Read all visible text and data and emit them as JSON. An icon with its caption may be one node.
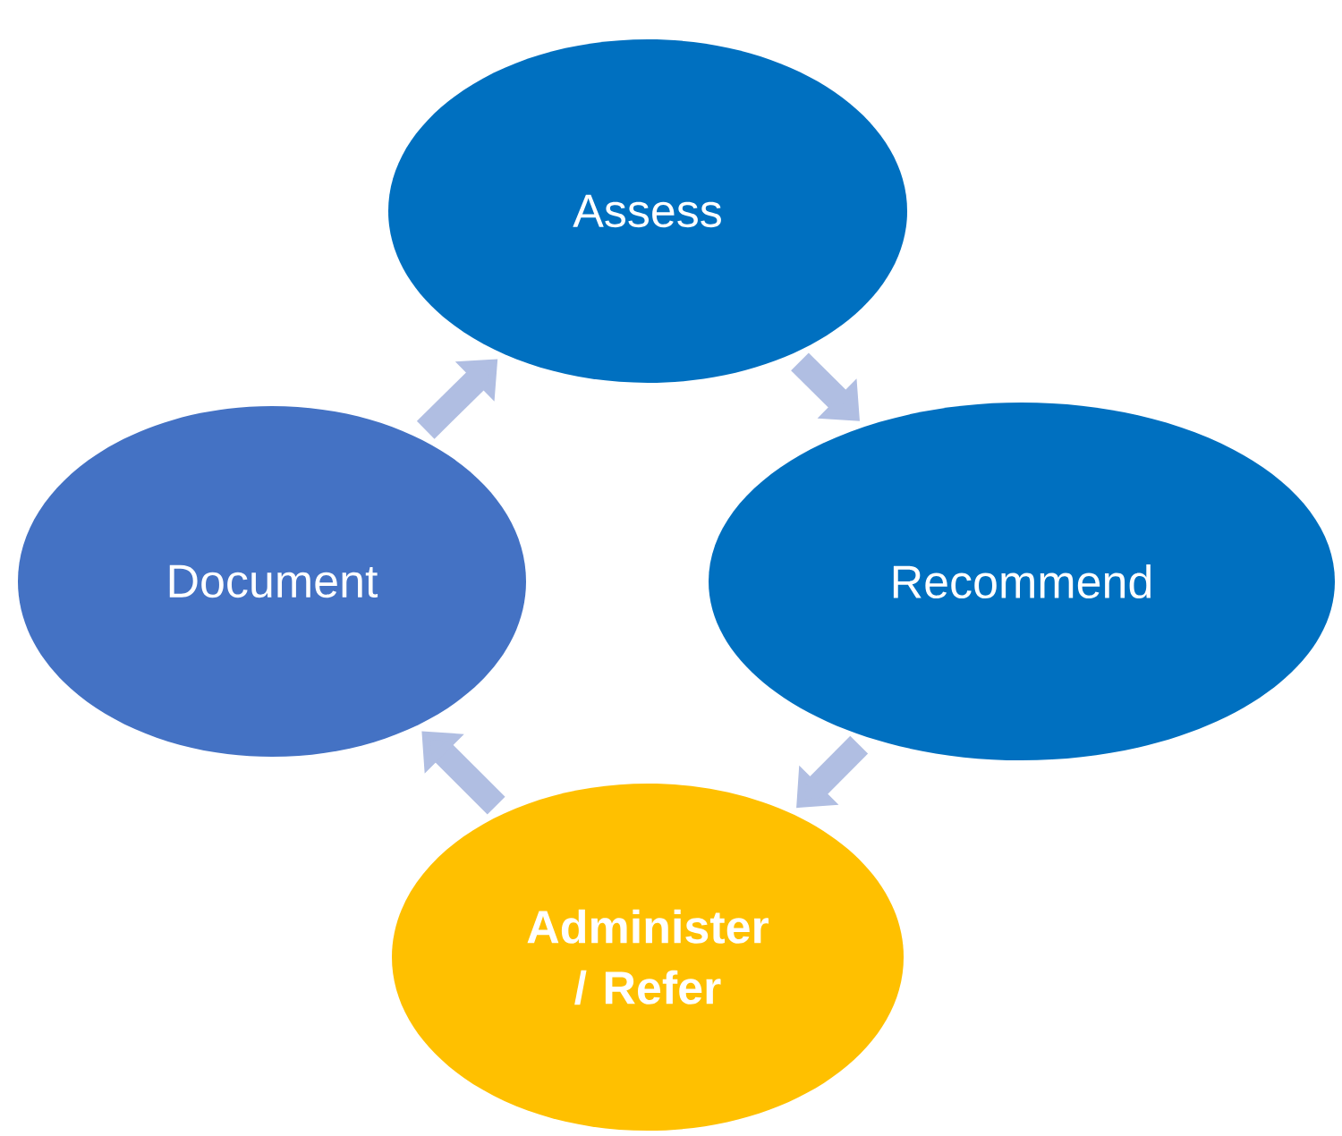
{
  "diagram": {
    "nodes": [
      {
        "text": [
          "Assess"
        ]
      },
      {
        "text": [
          "Recommend"
        ]
      },
      {
        "text": [
          "Administer / Refer"
        ]
      },
      {
        "text": [
          "Document"
        ]
      }
    ],
    "edges": [
      {
        "from": 0,
        "to": 1,
        "arrow": "to"
      },
      {
        "from": 1,
        "to": 2,
        "arrow": "to"
      },
      {
        "from": 2,
        "to": 3,
        "arrow": "to"
      },
      {
        "from": 3,
        "to": 0,
        "arrow": "to"
      }
    ]
  }
}
